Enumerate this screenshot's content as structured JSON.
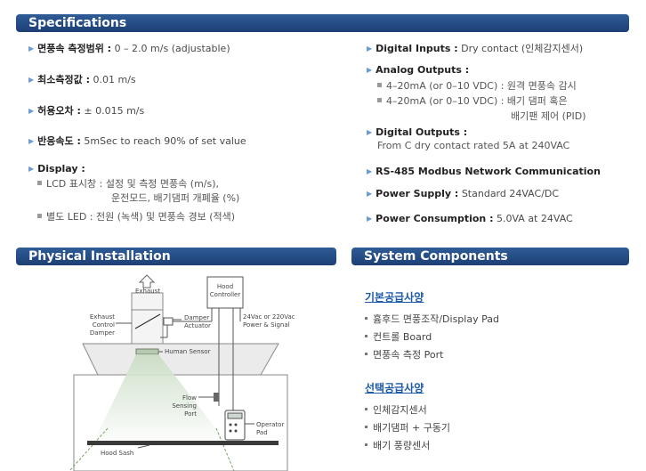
{
  "sections": {
    "specifications": "Specifications",
    "physical_installation": "Physical Installation",
    "system_components": "System Components"
  },
  "specs_left": [
    {
      "label": "면풍속 측정범위 :",
      "value": "0 – 2.0 m/s (adjustable)"
    },
    {
      "label": "최소측정값 :",
      "value": "0.01 m/s"
    },
    {
      "label": "허용오차 :",
      "value": "± 0.015 m/s"
    },
    {
      "label": "반응속도 :",
      "value": "5mSec to reach 90% of set value"
    },
    {
      "label": "Display :",
      "value": ""
    }
  ],
  "display_sub": {
    "lcd_line1": "LCD 표시창 : 설정 및 측정 면풍속 (m/s),",
    "lcd_line2": "운전모드, 배기댐퍼 개폐율 (%)",
    "led_line": "별도 LED : 전원 (녹색) 및 면풍속 경보 (적색)"
  },
  "specs_right": [
    {
      "label": "Digital Inputs :",
      "value": "Dry contact (인체감지센서)"
    },
    {
      "label": "Analog Outputs :",
      "value": ""
    },
    {
      "label": "Digital Outputs :",
      "value": ""
    },
    {
      "label": "RS-485 Modbus Network Communication",
      "value": ""
    },
    {
      "label": "Power Supply :",
      "value": "Standard 24VAC/DC"
    },
    {
      "label": "Power Consumption :",
      "value": "5.0VA at 24VAC"
    }
  ],
  "analog_sub": {
    "line1": "4–20mA (or 0–10 VDC) : 원격 면풍속 감시",
    "line2": "4–20mA (or 0–10 VDC) : 배기 댐퍼 혹은",
    "line3": "배기팬 제어 (PID)"
  },
  "digital_out_sub": "From C dry contact rated 5A at 240VAC",
  "diagram": {
    "exhaust": "Exhaust",
    "hood_controller_1": "Hood",
    "hood_controller_2": "Controller",
    "exhaust_damper_1": "Exhaust",
    "exhaust_damper_2": "Control",
    "exhaust_damper_3": "Damper",
    "damper_actuator_1": "Damper",
    "damper_actuator_2": "Actuator",
    "power_1": "24Vac or 220Vac",
    "power_2": "Power & Signal",
    "human_sensor": "Human Sensor",
    "flow_1": "Flow",
    "flow_2": "Sensing",
    "flow_3": "Port",
    "operator_1": "Operator",
    "operator_2": "Pad",
    "hood_sash": "Hood Sash"
  },
  "components": {
    "basic_title": "기본공급사양",
    "basic_items": [
      "흄후드 면풍조작/Display Pad",
      "컨트롤 Board",
      "면풍속 측정 Port"
    ],
    "optional_title": "선택공급사양",
    "optional_items": [
      "인체감지센서",
      "배기댐퍼 + 구동기",
      "배기 풍량센서"
    ]
  },
  "colors": {
    "header_bar": "#24497f",
    "link_heading": "#1d5aa8",
    "arrow": "#6b9bd1"
  }
}
